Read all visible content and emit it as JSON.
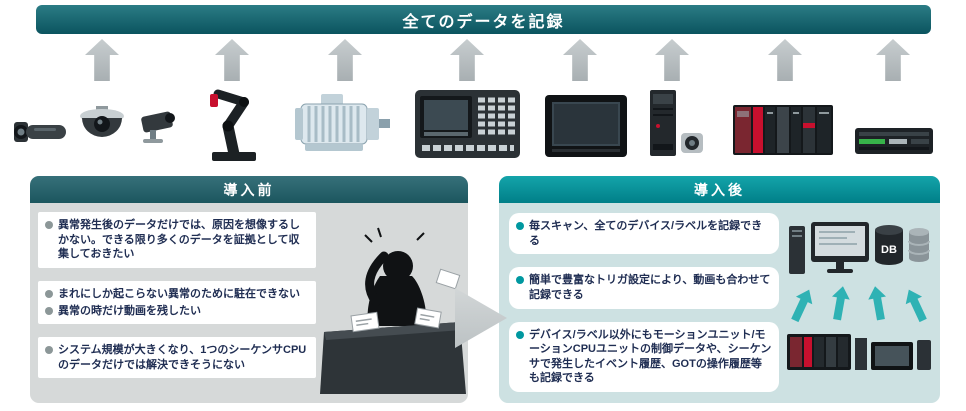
{
  "banner": {
    "title": "全てのデータを記録"
  },
  "device_row": {
    "icons": [
      "bullet-camera",
      "dome-camera",
      "box-camera",
      "robot-arm",
      "electric-motor",
      "cnc-controller",
      "hmi-touch-panel",
      "plc-unit",
      "compact-camera",
      "plc-module-rack",
      "data-recorder"
    ]
  },
  "before_panel": {
    "title": "導入前",
    "boxes": [
      {
        "items": [
          "異常発生後のデータだけでは、原因を想像するしかない。できる限り多くのデータを証拠として収集しておきたい"
        ]
      },
      {
        "items": [
          "まれにしか起こらない異常のために駐在できない",
          "異常の時だけ動画を残したい"
        ]
      },
      {
        "items": [
          "システム規模が大きくなり、1つのシーケンサCPUのデータだけでは解決できそうにない"
        ]
      }
    ]
  },
  "after_panel": {
    "title": "導入後",
    "boxes": [
      {
        "items": [
          "毎スキャン、全てのデバイス/ラベルを記録できる"
        ]
      },
      {
        "items": [
          "簡単で豊富なトリガ設定により、動画も合わせて記録できる"
        ]
      },
      {
        "items": [
          "デバイス/ラベル以外にもモーションユニット/モーションCPUユニットの制御データや、シーケンサで発生したイベント履歴、GOTの操作履歴等も記録できる"
        ]
      }
    ],
    "db_label": "DB"
  },
  "colors": {
    "banner_teal": "#0b545f",
    "before_header_teal": "#1c565e",
    "after_header_teal": "#0098a0",
    "accent_red": "#c8102e",
    "arrow_gray": "#b0b7ba",
    "text_navy": "#1f2d52",
    "before_body": "#d6d9d9",
    "after_body": "#cde1e2"
  }
}
